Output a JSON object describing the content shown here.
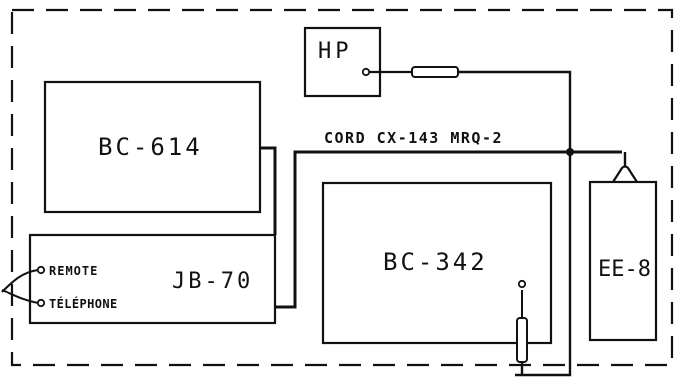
{
  "diagram": {
    "units": [
      {
        "id": "hp",
        "label": "HP"
      },
      {
        "id": "bc614",
        "label": "BC-614"
      },
      {
        "id": "jb70",
        "label": "JB-70"
      },
      {
        "id": "bc342",
        "label": "BC-342"
      },
      {
        "id": "ee8",
        "label": "EE-8"
      }
    ],
    "cord_label": "CORD CX-143 MRQ-2",
    "terminals": {
      "remote": "REMOTE",
      "telephone": "TÉLÉPHONE"
    },
    "colors": {
      "ink": "#111111",
      "background": "#ffffff"
    }
  }
}
